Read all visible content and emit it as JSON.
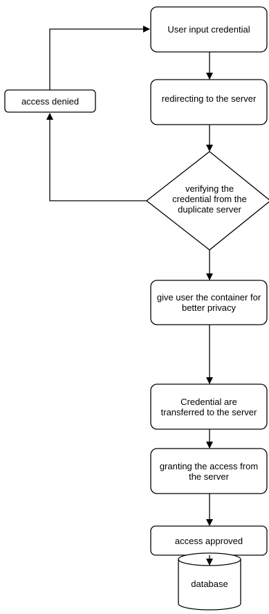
{
  "diagram": {
    "nodes": {
      "user_input": {
        "label": "User input credential"
      },
      "redirecting": {
        "label": "redirecting to the server"
      },
      "verifying": {
        "label": "verifying the credential from the duplicate server"
      },
      "access_denied": {
        "label": "access denied"
      },
      "container": {
        "label": "give user the container for better privacy"
      },
      "transferred": {
        "label": "Credential are transferred to the server"
      },
      "granting": {
        "label": "granting the access from the server"
      },
      "approved": {
        "label": "access approved"
      },
      "database": {
        "label": "database"
      }
    }
  }
}
